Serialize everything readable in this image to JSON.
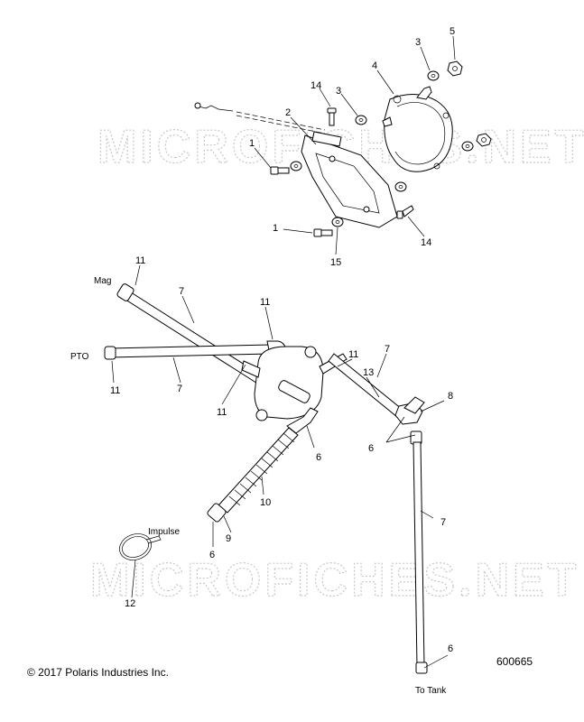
{
  "watermark": "MICROFICHES.NET",
  "copyright": "© 2017 Polaris Industries Inc.",
  "figure_number": "600665",
  "callouts": {
    "c1a": "1",
    "c1b": "1",
    "c2": "2",
    "c3a": "3",
    "c3b": "3",
    "c4": "4",
    "c5": "5",
    "c14a": "14",
    "c14b": "14",
    "c15": "15",
    "c11a": "11",
    "c11b": "11",
    "c11c": "11",
    "c11d": "11",
    "c11e": "11",
    "c7a": "7",
    "c7b": "7",
    "c7c": "7",
    "c7d": "7",
    "c13": "13",
    "c8": "8",
    "c6a": "6",
    "c6b": "6",
    "c6c": "6",
    "c6d": "6",
    "c10": "10",
    "c9": "9",
    "c12": "12"
  },
  "notes": {
    "mag": "Mag",
    "pto": "PTO",
    "impulse": "Impulse",
    "to_tank": "To Tank"
  }
}
